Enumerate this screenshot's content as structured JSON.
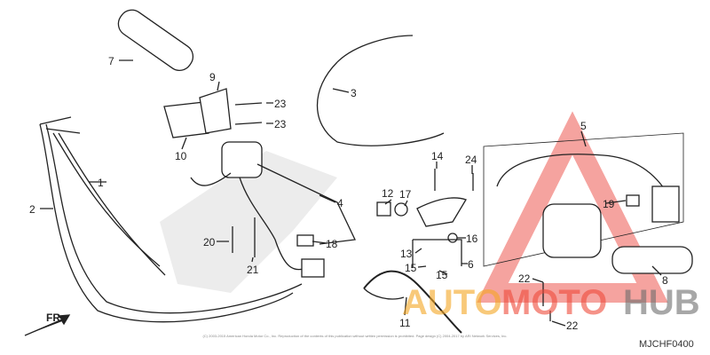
{
  "diagram": {
    "callouts": [
      {
        "id": "7",
        "text": "7"
      },
      {
        "id": "9",
        "text": "9"
      },
      {
        "id": "23a",
        "text": "23"
      },
      {
        "id": "23b",
        "text": "23"
      },
      {
        "id": "10",
        "text": "10"
      },
      {
        "id": "1",
        "text": "1"
      },
      {
        "id": "2",
        "text": "2"
      },
      {
        "id": "3",
        "text": "3"
      },
      {
        "id": "5",
        "text": "5"
      },
      {
        "id": "4",
        "text": "4"
      },
      {
        "id": "14",
        "text": "14"
      },
      {
        "id": "24",
        "text": "24"
      },
      {
        "id": "12",
        "text": "12"
      },
      {
        "id": "17",
        "text": "17"
      },
      {
        "id": "19",
        "text": "19"
      },
      {
        "id": "16",
        "text": "16"
      },
      {
        "id": "13",
        "text": "13"
      },
      {
        "id": "15a",
        "text": "15"
      },
      {
        "id": "15b",
        "text": "15"
      },
      {
        "id": "6",
        "text": "6"
      },
      {
        "id": "20",
        "text": "20"
      },
      {
        "id": "21",
        "text": "21"
      },
      {
        "id": "18",
        "text": "18"
      },
      {
        "id": "11",
        "text": "11"
      },
      {
        "id": "22a",
        "text": "22"
      },
      {
        "id": "22b",
        "text": "22"
      },
      {
        "id": "8",
        "text": "8"
      }
    ],
    "front_arrow_label": "FR.",
    "diagram_code": "MJCHF0400",
    "copyright": "(C) 2003-2015 American Honda Motor Co., Inc. Reproduction of the contents of this publication without written permission is prohibited. Page design (C) 2004-2017 by ARI Network Services, Inc."
  },
  "watermark": {
    "parts": [
      {
        "text": "AUTO",
        "color": "#f5a623"
      },
      {
        "text": "MOTO",
        "color": "#f04a3a"
      },
      {
        "text": "HUB",
        "color": "#6d6d6d"
      }
    ],
    "logo_color": "#e8332a"
  },
  "colors": {
    "line": "#222222",
    "background_emblem": "#e6e6e6"
  }
}
